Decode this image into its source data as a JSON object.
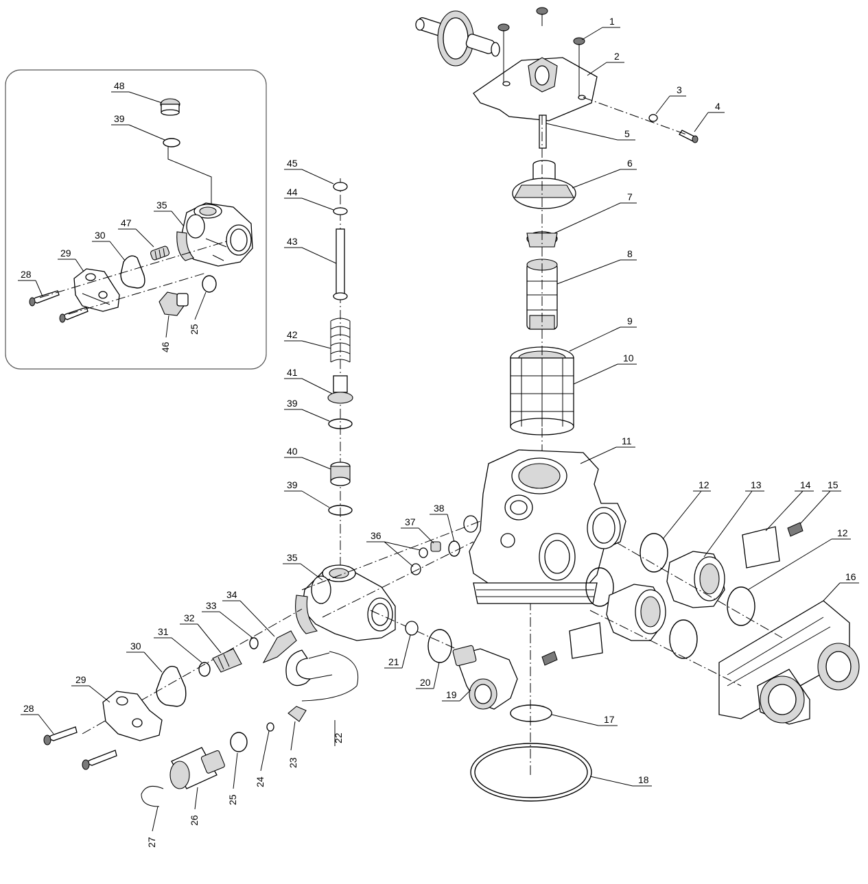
{
  "callouts": {
    "c1": "1",
    "c2": "2",
    "c3": "3",
    "c4": "4",
    "c5": "5",
    "c6": "6",
    "c7": "7",
    "c8": "8",
    "c9": "9",
    "c10": "10",
    "c11": "11",
    "c12a": "12",
    "c12b": "12",
    "c13": "13",
    "c14": "14",
    "c15": "15",
    "c16": "16",
    "c17": "17",
    "c18": "18",
    "c19": "19",
    "c20": "20",
    "c21": "21",
    "c22": "22",
    "c23": "23",
    "c24": "24",
    "c25": "25",
    "c26": "26",
    "c27": "27",
    "c28": "28",
    "c29": "29",
    "c30": "30",
    "c31": "31",
    "c32": "32",
    "c33": "33",
    "c34": "34",
    "c35": "35",
    "c36": "36",
    "c37": "37",
    "c38": "38",
    "c39a": "39",
    "c39b": "39",
    "c40": "40",
    "c41": "41",
    "c42": "42",
    "c43": "43",
    "c44": "44",
    "c45": "45"
  },
  "inset_callouts": {
    "i48": "48",
    "i39": "39",
    "i35": "35",
    "i47": "47",
    "i30": "30",
    "i29": "29",
    "i28": "28",
    "i46": "46",
    "i25": "25"
  }
}
